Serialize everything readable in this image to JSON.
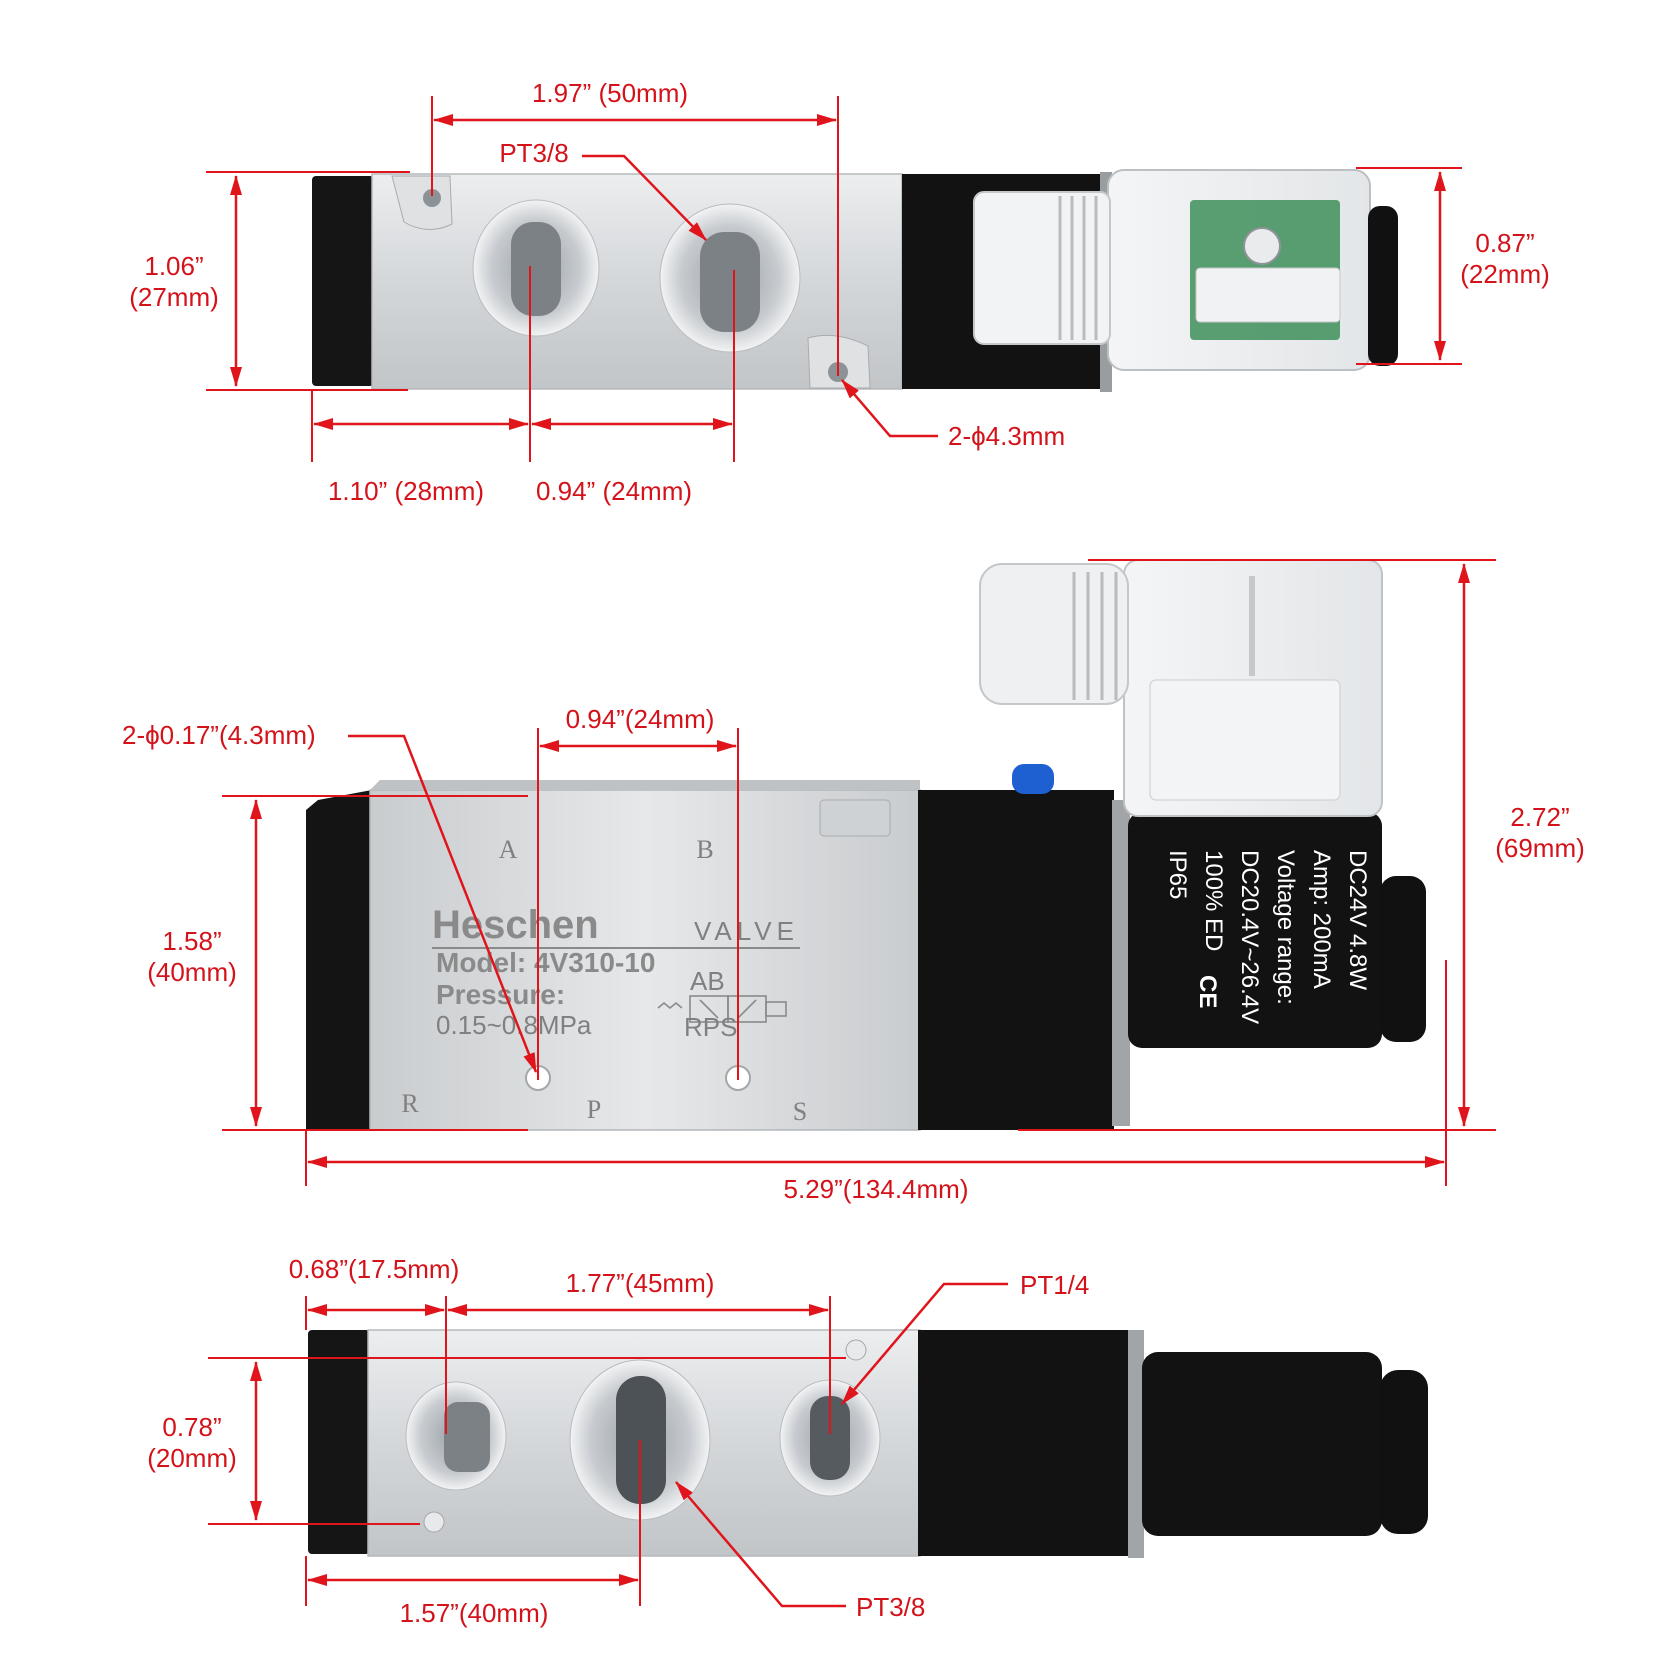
{
  "colors": {
    "dimension": "#e0151c",
    "aluminum": "#d6d8db",
    "black_part": "#111111",
    "white": "#ffffff"
  },
  "top_view": {
    "dim_port_spacing": "1.97” (50mm)",
    "port_thread": "PT3/8",
    "height_in": "1.06”",
    "height_mm": "(27mm)",
    "coil_height_in": "0.87”",
    "coil_height_mm": "(22mm)",
    "mount_holes": "2-ϕ4.3mm",
    "dim_edge_to_port": "1.10” (28mm)",
    "dim_port_to_port": "0.94” (24mm)"
  },
  "side_view": {
    "hole_spec": "2-ϕ0.17”(4.3mm)",
    "dim_hole_spacing": "0.94”(24mm)",
    "height_in": "1.58”",
    "height_mm": "(40mm)",
    "total_height_in": "2.72”",
    "total_height_mm": "(69mm)",
    "total_length": "5.29”(134.4mm)",
    "port_A": "A",
    "port_B": "B",
    "port_R": "R",
    "port_P": "P",
    "port_S": "S",
    "brand": "Heschen",
    "valve_word": "VALVE",
    "model": "Model: 4V310-10",
    "pressure_label": "Pressure:",
    "pressure_range": "0.15~0.8MPa",
    "symbol_top": "AB",
    "symbol_bottom": "RPS",
    "coil_lines": [
      "DC24V   4.8W",
      "Amp:  200mA",
      "Voltage range:",
      "DC20.4V~26.4V",
      "100%  ED",
      "IP65"
    ],
    "ce_mark": "CE"
  },
  "bottom_view": {
    "dim_edge_to_port": "0.68”(17.5mm)",
    "dim_port_spacing": "1.77”(45mm)",
    "port_thread_small": "PT1/4",
    "height_in": "0.78”",
    "height_mm": "(20mm)",
    "dim_edge_to_center": "1.57”(40mm)",
    "port_thread_large": "PT3/8"
  }
}
